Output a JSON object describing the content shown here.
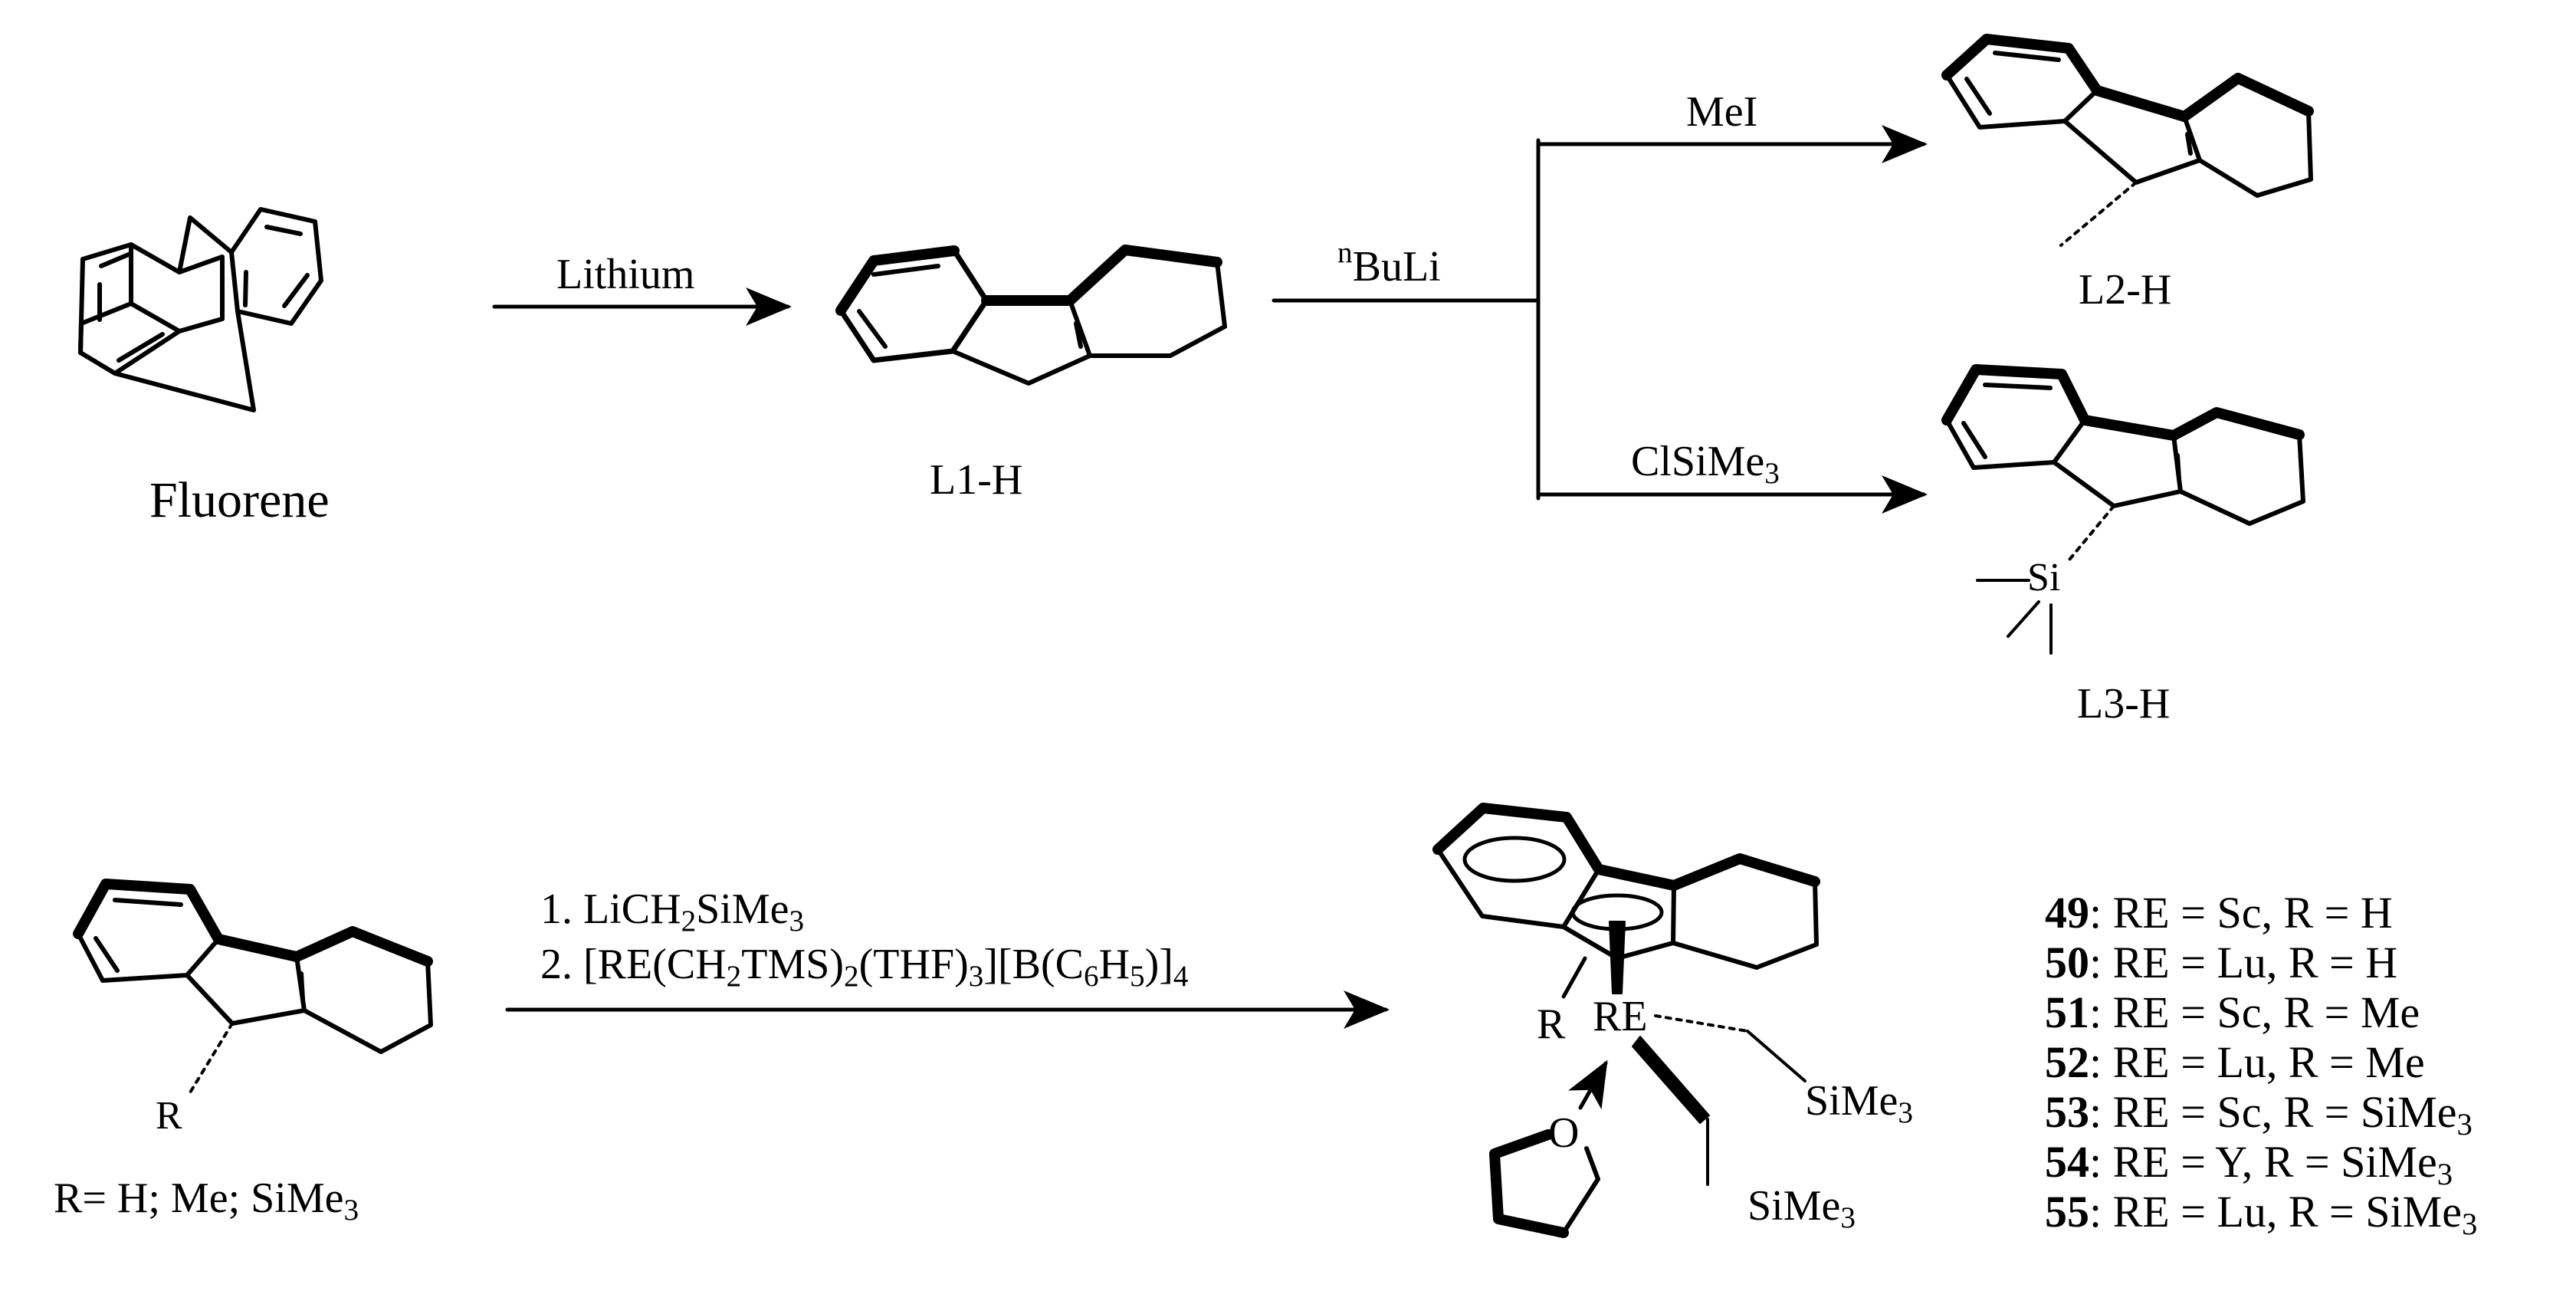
{
  "compounds": {
    "fluorene": "Fluorene",
    "l1": "L1-H",
    "l2": "L2-H",
    "l3": "L3-H"
  },
  "reagents": {
    "step1": "Lithium",
    "base_sup": "n",
    "base": "BuLi",
    "mei": "MeI",
    "clsime3": "ClSiMe",
    "clsime3_sub": "3",
    "si": "Si"
  },
  "ligand_generic": {
    "r_label": "R",
    "r_def": "R= H; Me; SiMe",
    "r_def_sub": "3"
  },
  "complexation": {
    "step1_prefix": "1. LiCH",
    "step1_sub1": "2",
    "step1_mid": "SiMe",
    "step1_sub2": "3",
    "step2_a": "2. [RE(CH",
    "step2_sub1": "2",
    "step2_b": "TMS)",
    "step2_sub2": "2",
    "step2_c": "(THF)",
    "step2_sub3": "3",
    "step2_d": "][B(C",
    "step2_sub4": "6",
    "step2_e": "H",
    "step2_sub5": "5",
    "step2_f": ")]",
    "step2_sub6": "4"
  },
  "product": {
    "r": "R",
    "re": "RE",
    "sime3_a": "SiMe",
    "sime3_a_sub": "3",
    "sime3_b": "SiMe",
    "sime3_b_sub": "3",
    "o": "O"
  },
  "legend": [
    {
      "num": "49",
      "text": ": RE = Sc, R = H",
      "sub": ""
    },
    {
      "num": "50",
      "text": ": RE = Lu, R = H",
      "sub": ""
    },
    {
      "num": "51",
      "text": ": RE = Sc, R = Me",
      "sub": ""
    },
    {
      "num": "52",
      "text": ": RE = Lu, R = Me",
      "sub": ""
    },
    {
      "num": "53",
      "text": ": RE = Sc, R = SiMe",
      "sub": "3"
    },
    {
      "num": "54",
      "text": ": RE = Y, R = SiMe",
      "sub": "3"
    },
    {
      "num": "55",
      "text": ": RE = Lu, R = SiMe",
      "sub": "3"
    }
  ]
}
